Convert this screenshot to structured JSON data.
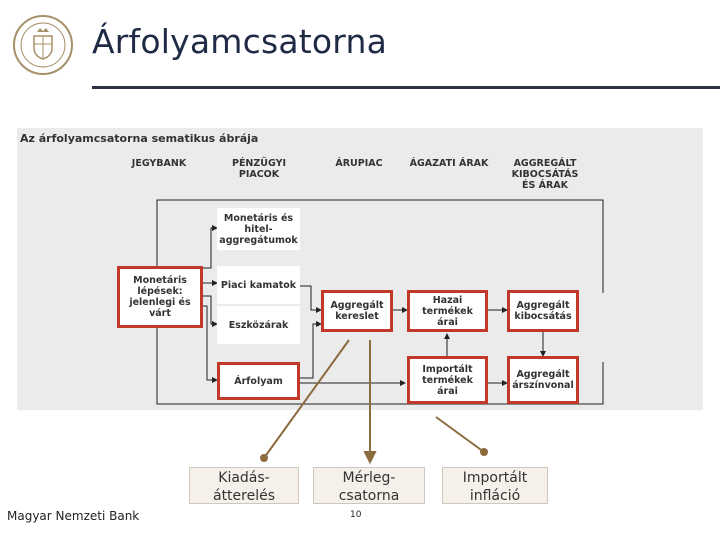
{
  "slide": {
    "title": "Árfolyamcsatorna",
    "footer": "Magyar Nemzeti Bank",
    "page_number": "10"
  },
  "diagram": {
    "title": "Az árfolyamcsatorna sematikus ábrája",
    "columns": {
      "jegybank": "JEGYBANK",
      "penzugyi": "PÉNZÜGYI PIACOK",
      "arupiac": "ÁRUPIAC",
      "agazati": "ÁGAZATI ÁRAK",
      "aggregalt": "AGGREGÁLT KIBOCSÁTÁS ÉS ÁRAK"
    },
    "boxes": {
      "monetaris_lepesek": "Monetáris lépések: jelenlegi és várt",
      "monetaris_hitel": "Monetáris és hitel-aggregátumok",
      "piaci_kamatok": "Piaci kamatok",
      "eszkozarak": "Eszközárak",
      "arfolyam": "Árfolyam",
      "aggregalt_kereslet": "Aggregált kereslet",
      "hazai_termekek": "Hazai termékek árai",
      "aggregalt_kibocsatas": "Aggregált kibocsátás",
      "importalt_termekek": "Importált termékek árai",
      "aggregalt_arszinvonal": "Aggregált árszínvonal"
    },
    "colors": {
      "box_border": "#c0392b",
      "background": "#ebebeb",
      "arrow": "#8b6a3e"
    }
  },
  "annotations": {
    "kiadas": "Kiadás-átterelés",
    "merleg": "Mérleg-csatorna",
    "import": "Importált infláció"
  }
}
